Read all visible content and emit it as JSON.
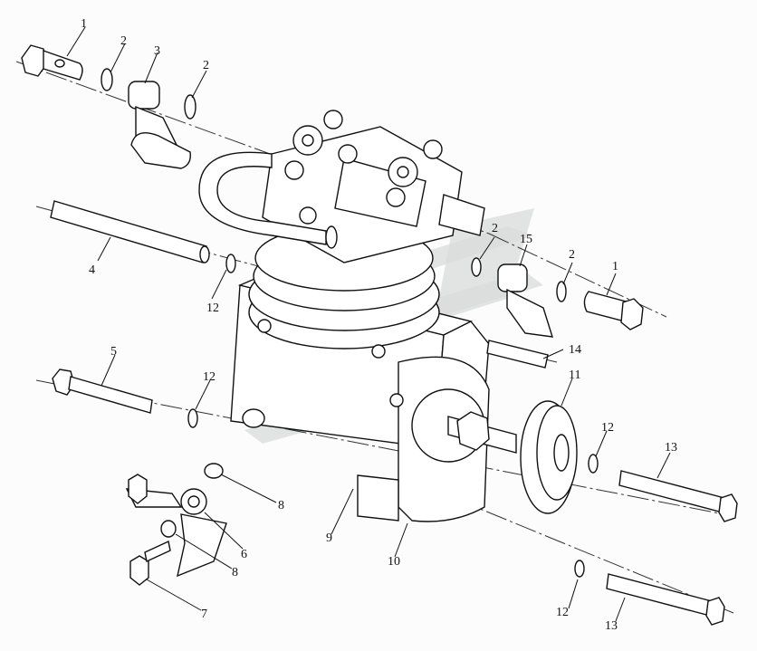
{
  "callouts": [
    "1",
    "2",
    "3",
    "2",
    "4",
    "12",
    "2",
    "15",
    "2",
    "1",
    "5",
    "12",
    "14",
    "11",
    "12",
    "13",
    "8",
    "6",
    "8",
    "7",
    "9",
    "10",
    "12",
    "13"
  ]
}
